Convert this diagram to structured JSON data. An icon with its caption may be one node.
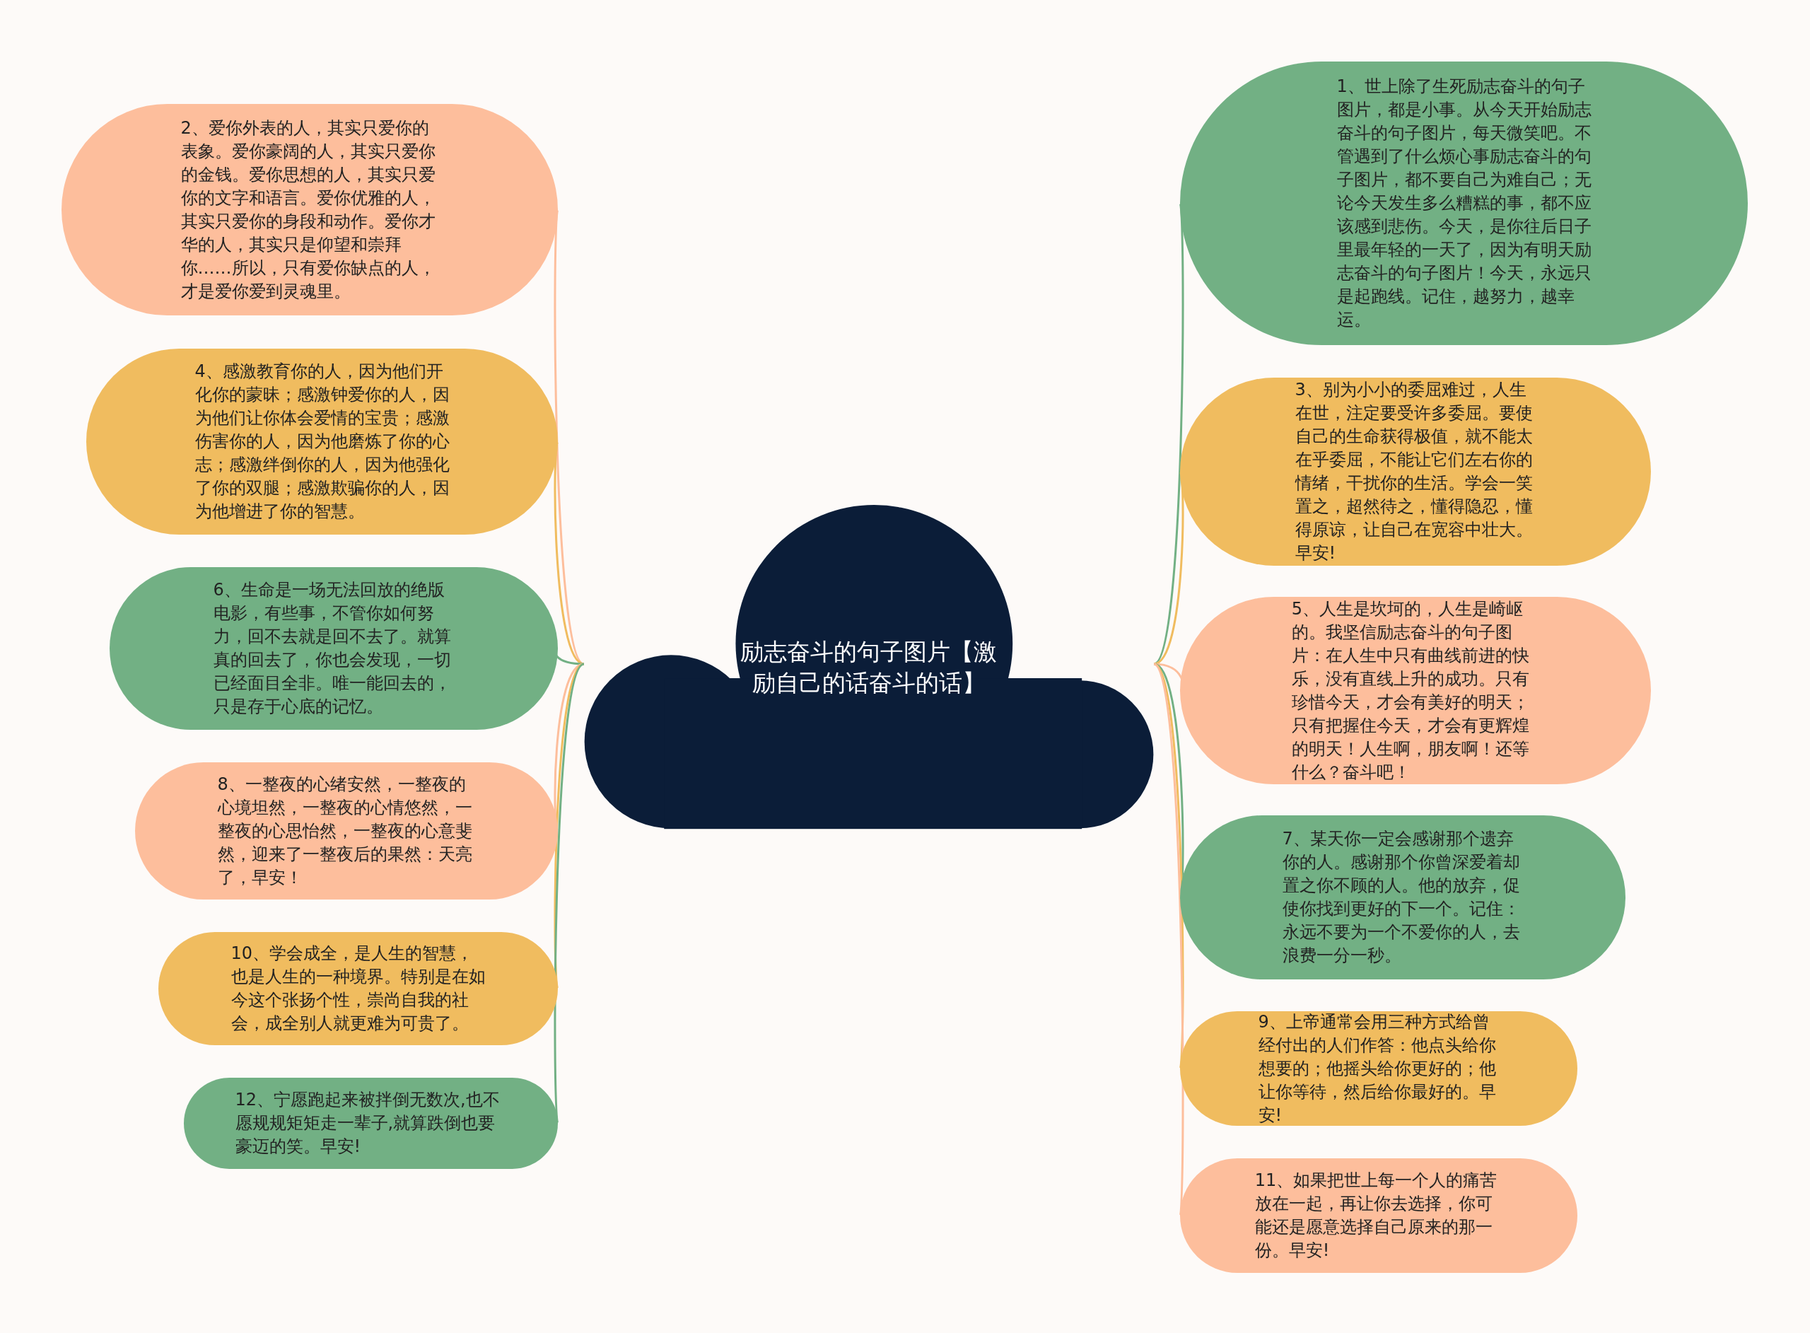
{
  "diagram": {
    "nodes": [
      {
        "text": [
          "励志奋斗的句子图片【激励自己的话奋斗的话】"
        ]
      },
      {
        "text": [
          "1、世上除了生死励志奋斗的句子图片，都是小事。从今天开始励志奋斗的句子图片，每天微笑吧。不管遇到了什么烦心事励志奋斗的句子图片，都不要自己为难自己；无论今天发生多么糟糕的事，都不应该感到悲伤。今天，是你往后日子里最年轻的一天了，因为有明天励志奋斗的句子图片！今天，永远只是起跑线。记住，越努力，越幸运。"
        ]
      },
      {
        "text": [
          "2、爱你外表的人，其实只爱你的表象。爱你豪阔的人，其实只爱你的金钱。爱你思想的人，其实只爱你的文字和语言。爱你优雅的人，其实只爱你的身段和动作。爱你才华的人，其实只是仰望和崇拜你……所以，只有爱你缺点的人，才是爱你爱到灵魂里。"
        ]
      },
      {
        "text": [
          "3、别为小小的委屈难过，人生在世，注定要受许多委屈。要使自己的生命获得极值，就不能太在乎委屈，不能让它们左右你的情绪，干扰你的生活。学会一笑置之，超然待之，懂得隐忍，懂得原谅，让自己在宽容中壮大。早安!"
        ]
      },
      {
        "text": [
          "4、感激教育你的人，因为他们开化你的蒙昧；感激钟爱你的人，因为他们让你体会爱情的宝贵；感激伤害你的人，因为他磨炼了你的心志；感激绊倒你的人，因为他强化了你的双腿；感激欺骗你的人，因为他增进了你的智慧。"
        ]
      },
      {
        "text": [
          "5、人生是坎坷的，人生是崎岖的。我坚信励志奋斗的句子图片：在人生中只有曲线前进的快乐，没有直线上升的成功。只有珍惜今天，才会有美好的明天；只有把握住今天，才会有更辉煌的明天！人生啊，朋友啊！还等什么？奋斗吧！"
        ]
      },
      {
        "text": [
          "6、生命是一场无法回放的绝版电影，有些事，不管你如何努力，回不去就是回不去了。就算真的回去了，你也会发现，一切已经面目全非。唯一能回去的，只是存于心底的记忆。"
        ]
      },
      {
        "text": [
          "7、某天你一定会感谢那个遗弃你的人。感谢那个你曾深爱着却置之你不顾的人。他的放弃，促使你找到更好的下一个。记住：永远不要为一个不爱你的人，去浪费一分一秒。"
        ]
      },
      {
        "text": [
          "8、一整夜的心绪安然，一整夜的心境坦然，一整夜的心情悠然，一整夜的心思怡然，一整夜的心意斐然，迎来了一整夜后的果然：天亮了，早安！"
        ]
      },
      {
        "text": [
          "9、上帝通常会用三种方式给曾经付出的人们作答：他点头给你想要的；他摇头给你更好的；他让你等待，然后给你最好的。早安!"
        ]
      },
      {
        "text": [
          "10、学会成全，是人生的智慧，也是人生的一种境界。特别是在如今这个张扬个性，崇尚自我的社会，成全别人就更难为可贵了。"
        ]
      },
      {
        "text": [
          "11、如果把世上每一个人的痛苦放在一起，再让你去选择，你可能还是愿意选择自己原来的那一份。早安!"
        ]
      },
      {
        "text": [
          "12、宁愿跑起来被拌倒无数次,也不愿规规矩矩走一辈子,就算跌倒也要豪迈的笑。早安!"
        ]
      }
    ],
    "edges": [
      {
        "from": 0,
        "to": 1,
        "arrow": "none",
        "color": "#72b084"
      },
      {
        "from": 0,
        "to": 2,
        "arrow": "none",
        "color": "#fdbe9c"
      },
      {
        "from": 0,
        "to": 3,
        "arrow": "none",
        "color": "#f0bc5f"
      },
      {
        "from": 0,
        "to": 4,
        "arrow": "none",
        "color": "#f0bc5f"
      },
      {
        "from": 0,
        "to": 5,
        "arrow": "none",
        "color": "#fdbe9c"
      },
      {
        "from": 0,
        "to": 6,
        "arrow": "none",
        "color": "#72b084"
      },
      {
        "from": 0,
        "to": 7,
        "arrow": "none",
        "color": "#72b084"
      },
      {
        "from": 0,
        "to": 8,
        "arrow": "none",
        "color": "#fdbe9c"
      },
      {
        "from": 0,
        "to": 9,
        "arrow": "none",
        "color": "#f0bc5f"
      },
      {
        "from": 0,
        "to": 10,
        "arrow": "none",
        "color": "#f0bc5f"
      },
      {
        "from": 0,
        "to": 11,
        "arrow": "none",
        "color": "#fdbe9c"
      },
      {
        "from": 0,
        "to": 12,
        "arrow": "none",
        "color": "#72b084"
      }
    ]
  }
}
